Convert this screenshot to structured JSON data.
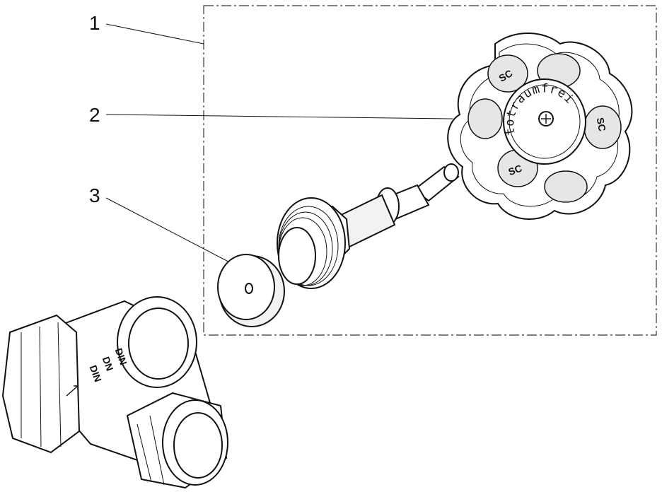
{
  "callouts": [
    {
      "number": "1"
    },
    {
      "number": "2"
    },
    {
      "number": "3"
    }
  ],
  "handwheel": {
    "text": "totraumfrei",
    "logo": "SC"
  },
  "valve_body": {
    "stamp_lines": [
      "DIN",
      "DN",
      "DIN"
    ]
  }
}
